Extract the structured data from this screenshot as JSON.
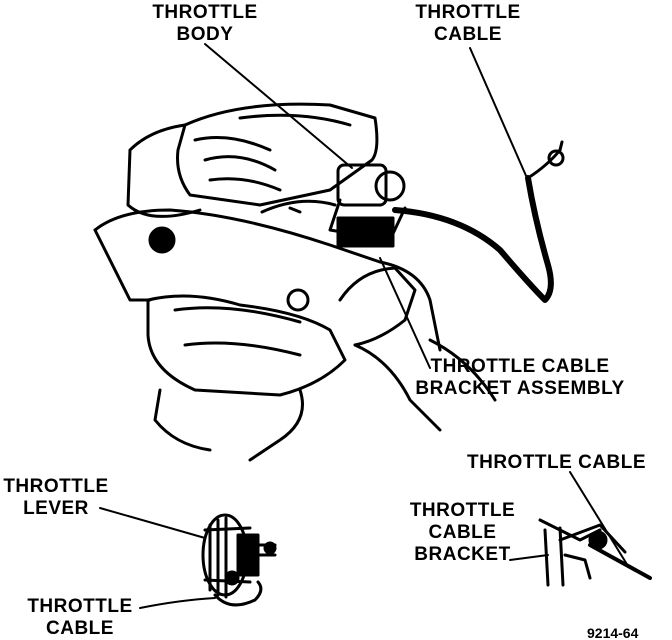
{
  "labels": {
    "throttle_body": "THROTTLE\nBODY",
    "throttle_cable_top": "THROTTLE\nCABLE",
    "bracket_assembly": "THROTTLE CABLE\nBRACKET ASSEMBLY",
    "throttle_lever": "THROTTLE\nLEVER",
    "throttle_cable_bottom_left": "THROTTLE\nCABLE",
    "throttle_cable_right": "THROTTLE CABLE",
    "cable_bracket": "THROTTLE\nCABLE\nBRACKET",
    "figure_code": "9214-64"
  }
}
